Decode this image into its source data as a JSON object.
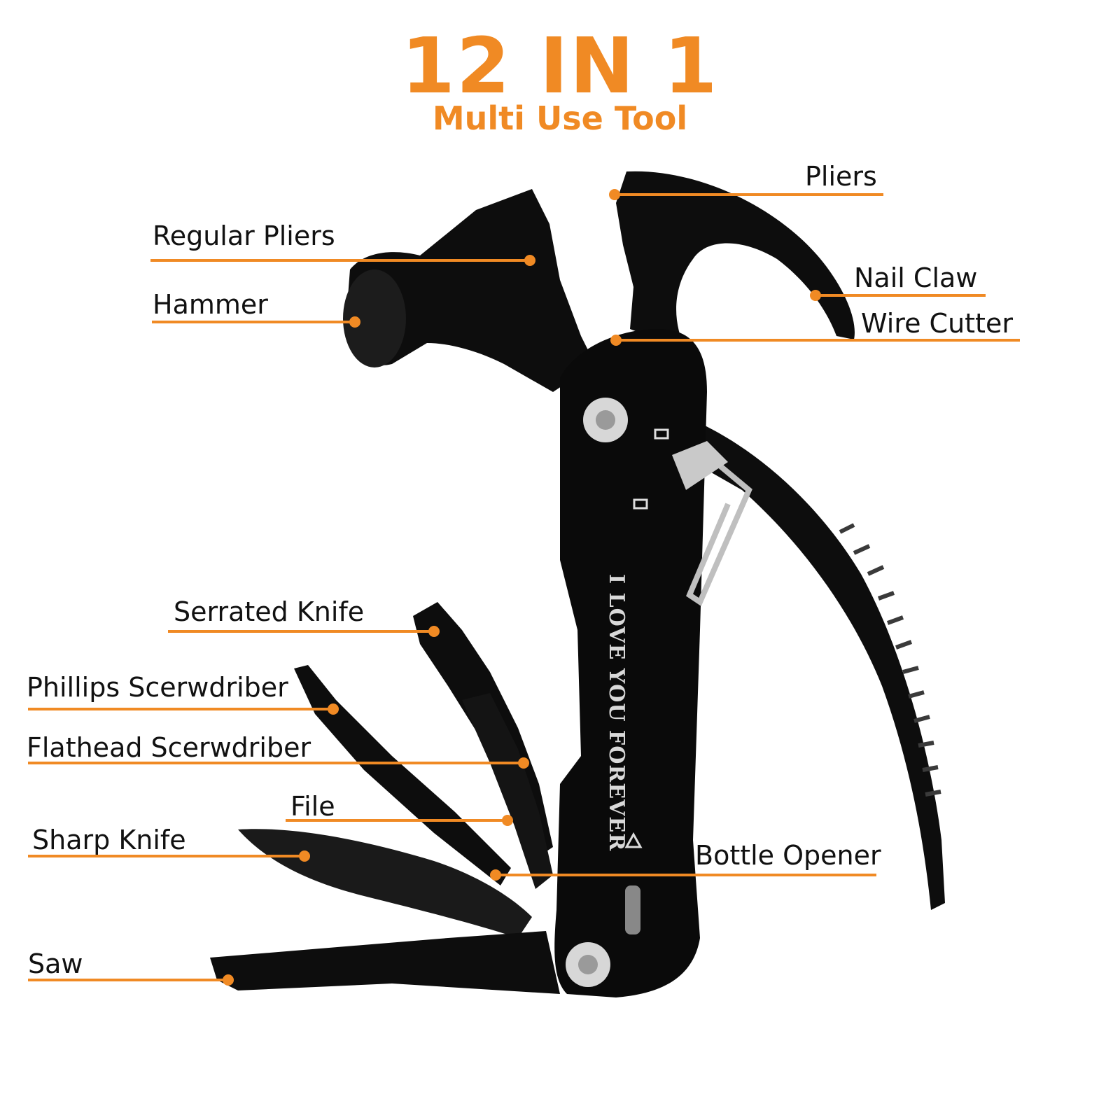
{
  "title": "12 IN 1",
  "subtitle": "Multi Use Tool",
  "engraving": "I LOVE YOU FOREVER",
  "colors": {
    "accent": "#f08a24",
    "tool_body": "#0d0d0d",
    "label_text": "#111111"
  },
  "callouts": {
    "pliers": "Pliers",
    "regular_pliers": "Regular Pliers",
    "nail_claw": "Nail Claw",
    "hammer": "Hammer",
    "wire_cutter": "Wire Cutter",
    "serrated_knife": "Serrated Knife",
    "phillips_screwdriver": "Phillips Scerwdriber",
    "flathead_screwdriver": "Flathead Scerwdriber",
    "file": "File",
    "sharp_knife": "Sharp Knife",
    "bottle_opener": "Bottle Opener",
    "saw": "Saw"
  }
}
